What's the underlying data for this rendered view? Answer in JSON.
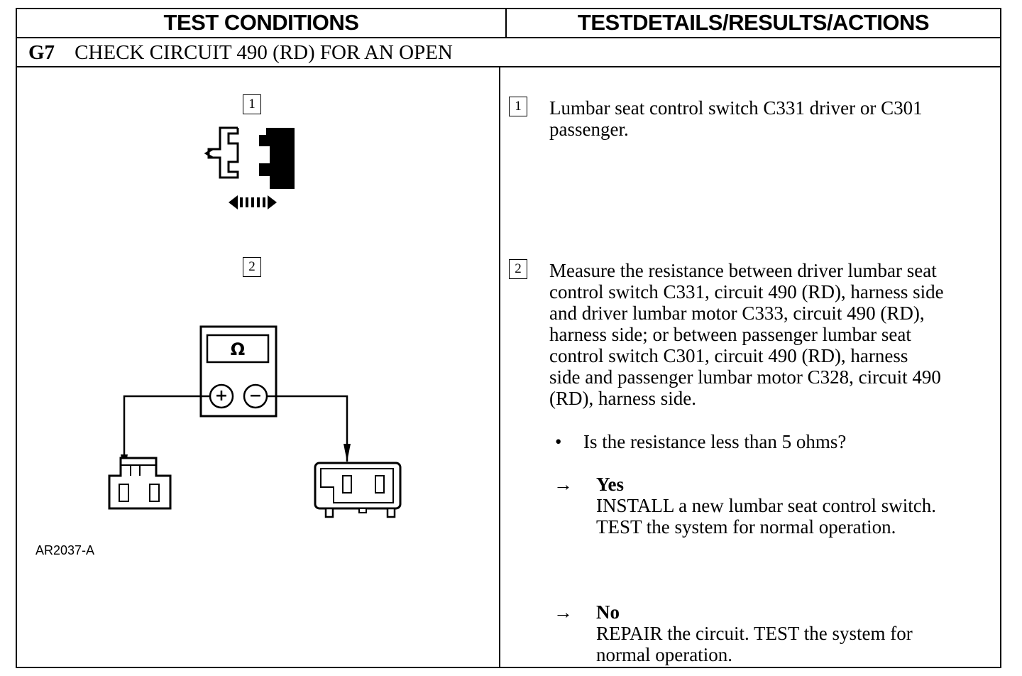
{
  "header": {
    "left": "TEST CONDITIONS",
    "right": "TESTDETAILS/RESULTS/ACTIONS"
  },
  "section": {
    "code": "G7",
    "title": "CHECK CIRCUIT 490 (RD) FOR AN OPEN"
  },
  "figure": {
    "step1_num": "1",
    "step2_num": "2",
    "meter_symbol": "Ω",
    "plus_symbol": "+",
    "minus_symbol": "−",
    "figure_id": "AR2037-A",
    "icons": [
      "connector-disconnect-icon",
      "ohmmeter-icon",
      "switch-connector-icon",
      "motor-connector-icon"
    ]
  },
  "steps": [
    {
      "num": "1",
      "text": "Lumbar seat control switch C331 driver or C301\npassenger."
    },
    {
      "num": "2",
      "text": "Measure the resistance between driver lumbar seat\ncontrol switch C331, circuit 490 (RD), harness side\nand driver lumbar motor C333, circuit 490 (RD),\nharness side; or between passenger lumbar seat\ncontrol switch C301, circuit 490 (RD), harness\nside and passenger lumbar motor C328, circuit 490\n(RD), harness side."
    }
  ],
  "question": {
    "bullet": "•",
    "text": "Is the resistance less than 5 ohms?"
  },
  "outcomes": [
    {
      "arrow": "→",
      "label": "Yes",
      "action": "INSTALL a new lumbar seat control switch.\nTEST the system for normal  operation."
    },
    {
      "arrow": "→",
      "label": "No",
      "action": "REPAIR the circuit. TEST the system for\nnormal operation."
    }
  ]
}
